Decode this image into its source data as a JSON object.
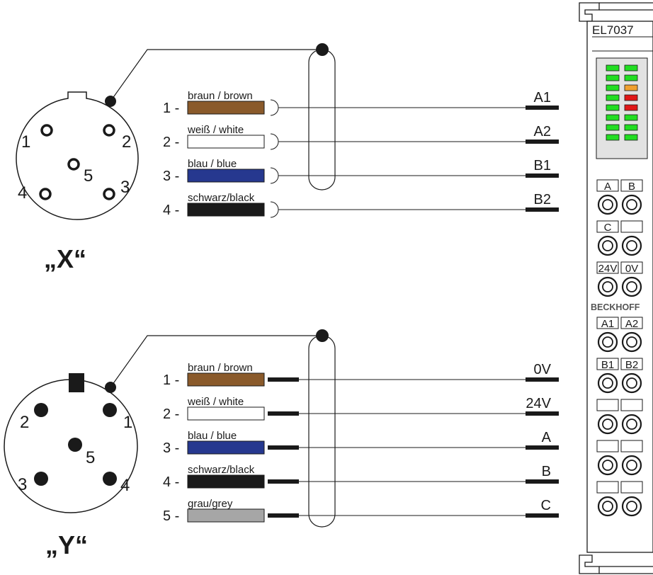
{
  "colors": {
    "brown": "#8a5a2b",
    "white": "#ffffff",
    "blue": "#26388f",
    "black": "#1a1a1a",
    "grey": "#a6a6a6",
    "led_green": "#22dd22",
    "led_orange": "#f0a030",
    "led_red": "#e01818",
    "module_body": "#ffffff",
    "led_panel": "#e2e2e2"
  },
  "connector_x": {
    "caption": "„X“",
    "pins": [
      "1",
      "2",
      "3",
      "4",
      "5"
    ],
    "wires": [
      {
        "num": "1 -",
        "label": "braun / brown",
        "color": "brown",
        "signal": "A1"
      },
      {
        "num": "2 -",
        "label": "weiß / white",
        "color": "white",
        "signal": "A2"
      },
      {
        "num": "3 -",
        "label": "blau / blue",
        "color": "blue",
        "signal": "B1"
      },
      {
        "num": "4 -",
        "label": "schwarz/black",
        "color": "black",
        "signal": "B2"
      }
    ]
  },
  "connector_y": {
    "caption": "„Y“",
    "pins": [
      "1",
      "2",
      "3",
      "4",
      "5"
    ],
    "wires": [
      {
        "num": "1 -",
        "label": "braun / brown",
        "color": "brown",
        "signal": "0V"
      },
      {
        "num": "2 -",
        "label": "weiß / white",
        "color": "white",
        "signal": "24V"
      },
      {
        "num": "3 -",
        "label": "blau / blue",
        "color": "blue",
        "signal": "A"
      },
      {
        "num": "4 -",
        "label": "schwarz/black",
        "color": "black",
        "signal": "B"
      },
      {
        "num": "5 -",
        "label": "grau/grey",
        "color": "grey",
        "signal": "C"
      }
    ]
  },
  "module": {
    "name": "EL7037",
    "brand": "BECKHOFF",
    "leds": [
      [
        "led_green",
        "led_green"
      ],
      [
        "led_green",
        "led_green"
      ],
      [
        "led_green",
        "led_orange"
      ],
      [
        "led_green",
        "led_red"
      ],
      [
        "led_green",
        "led_red"
      ],
      [
        "led_green",
        "led_green"
      ],
      [
        "led_green",
        "led_green"
      ],
      [
        "led_green",
        "led_green"
      ]
    ],
    "terminal_labels": [
      [
        "A",
        "B"
      ],
      [
        "C",
        ""
      ],
      [
        "24V",
        "0V"
      ],
      [
        "A1",
        "A2"
      ],
      [
        "B1",
        "B2"
      ],
      [
        "",
        ""
      ],
      [
        "",
        ""
      ],
      [
        "",
        ""
      ]
    ]
  }
}
